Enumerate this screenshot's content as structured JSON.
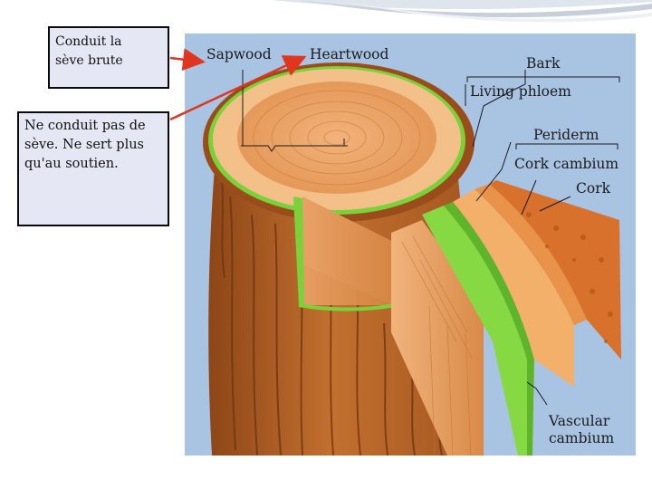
{
  "notes": {
    "sapwood_note": "Conduit la\nsève brute",
    "heartwood_note": "Ne conduit pas de\nsève. Ne sert plus\nqu'au soutien."
  },
  "diagram": {
    "labels": {
      "sapwood": "Sapwood",
      "heartwood": "Heartwood",
      "bark": "Bark",
      "living_phloem": "Living phloem",
      "periderm": "Periderm",
      "cork_cambium": "Cork cambium",
      "cork": "Cork",
      "vascular_cambium": "Vascular cambium"
    }
  },
  "colors": {
    "note_fill": "#e6e7f4",
    "panel_background": "#a9c4e2",
    "arrow_red": "#e0361f",
    "cambium_green": "#7ad13a",
    "wood": "#e2985a",
    "bark": "#b9682a"
  }
}
